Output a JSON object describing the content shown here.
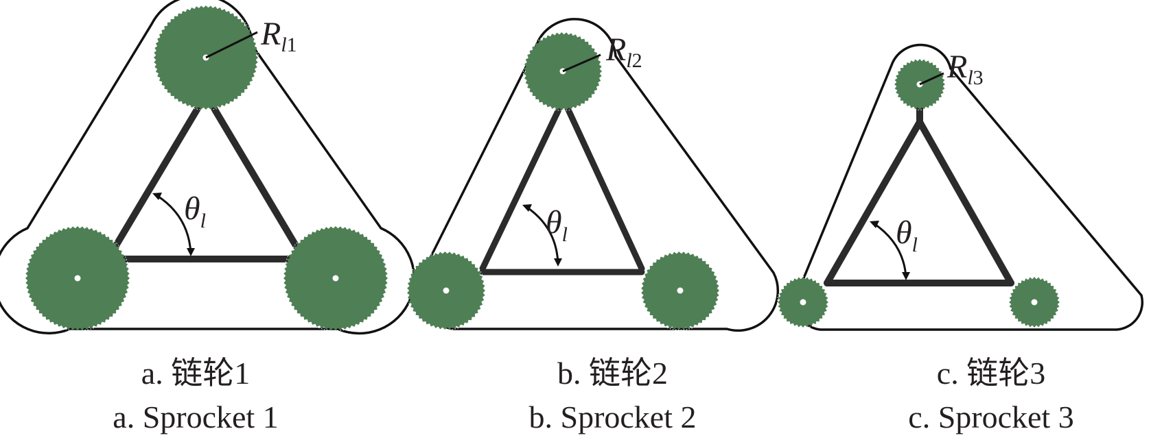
{
  "colors": {
    "sprocket": "#4f7f55",
    "rod": "#2b2b2b",
    "chain": "#111111",
    "text": "#231f20"
  },
  "panels": [
    {
      "id": "a",
      "caption_zh": "a. 链轮1",
      "caption_en": "a. Sprocket 1",
      "radius_label": "R",
      "radius_sub_l": "l",
      "radius_sub_n": "1",
      "angle_label": "θ",
      "angle_sub": "l"
    },
    {
      "id": "b",
      "caption_zh": "b. 链轮2",
      "caption_en": "b. Sprocket 2",
      "radius_label": "R",
      "radius_sub_l": "l",
      "radius_sub_n": "2",
      "angle_label": "θ",
      "angle_sub": "l"
    },
    {
      "id": "c",
      "caption_zh": "c. 链轮3",
      "caption_en": "c. Sprocket 3",
      "radius_label": "R",
      "radius_sub_l": "l",
      "radius_sub_n": "3",
      "angle_label": "θ",
      "angle_sub": "l"
    }
  ]
}
